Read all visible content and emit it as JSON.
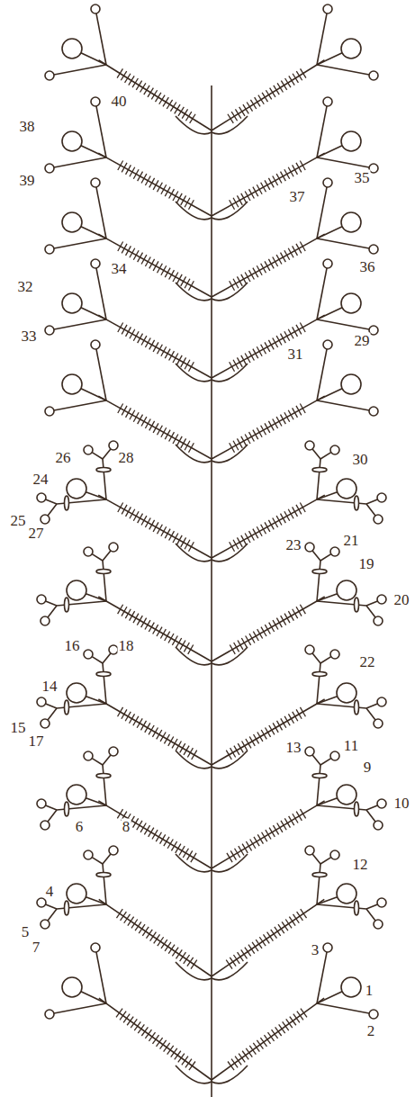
{
  "diagram": {
    "labels": [
      "38",
      "40",
      "39",
      "37",
      "35",
      "34",
      "32",
      "36",
      "33",
      "31",
      "29",
      "26",
      "28",
      "30",
      "24",
      "25",
      "27",
      "23",
      "21",
      "19",
      "20",
      "16",
      "18",
      "22",
      "14",
      "15",
      "17",
      "13",
      "11",
      "9",
      "10",
      "6",
      "8",
      "12",
      "4",
      "5",
      "7",
      "3",
      "1",
      "2"
    ]
  }
}
